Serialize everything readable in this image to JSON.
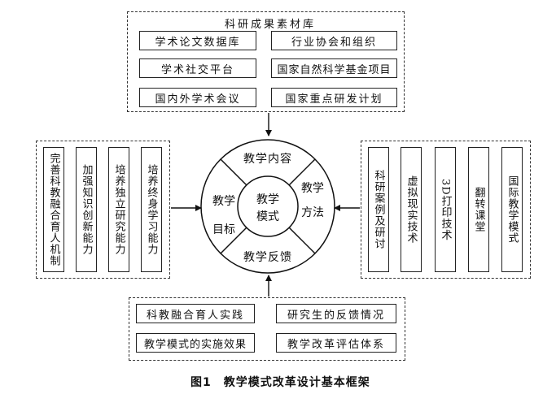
{
  "top_panel": {
    "title": "科研成果素材库",
    "items": [
      "学术论文数据库",
      "行业协会和组织",
      "学术社交平台",
      "国家自然科学基金项目",
      "国内外学术会议",
      "国家重点研发计划"
    ]
  },
  "left_panel": {
    "items": [
      "完善科教融合育人机制",
      "加强知识创新能力",
      "培养独立研究能力",
      "培养终身学习能力"
    ]
  },
  "right_panel": {
    "items": [
      "科研案例及研讨",
      "虚拟现实技术",
      "3D打印技术",
      "翻转课堂",
      "国际教学模式"
    ]
  },
  "bottom_panel": {
    "items": [
      "科教融合育人实践",
      "研究生的反馈情况",
      "教学模式的实施效果",
      "教学改革评估体系"
    ]
  },
  "wheel": {
    "center": [
      "教学",
      "模式"
    ],
    "top": "教学内容",
    "right": [
      "教学",
      "方法"
    ],
    "bottom": "教学反馈",
    "left": [
      "教学",
      "目标"
    ]
  },
  "caption": "图1　教学模式改革设计基本框架"
}
